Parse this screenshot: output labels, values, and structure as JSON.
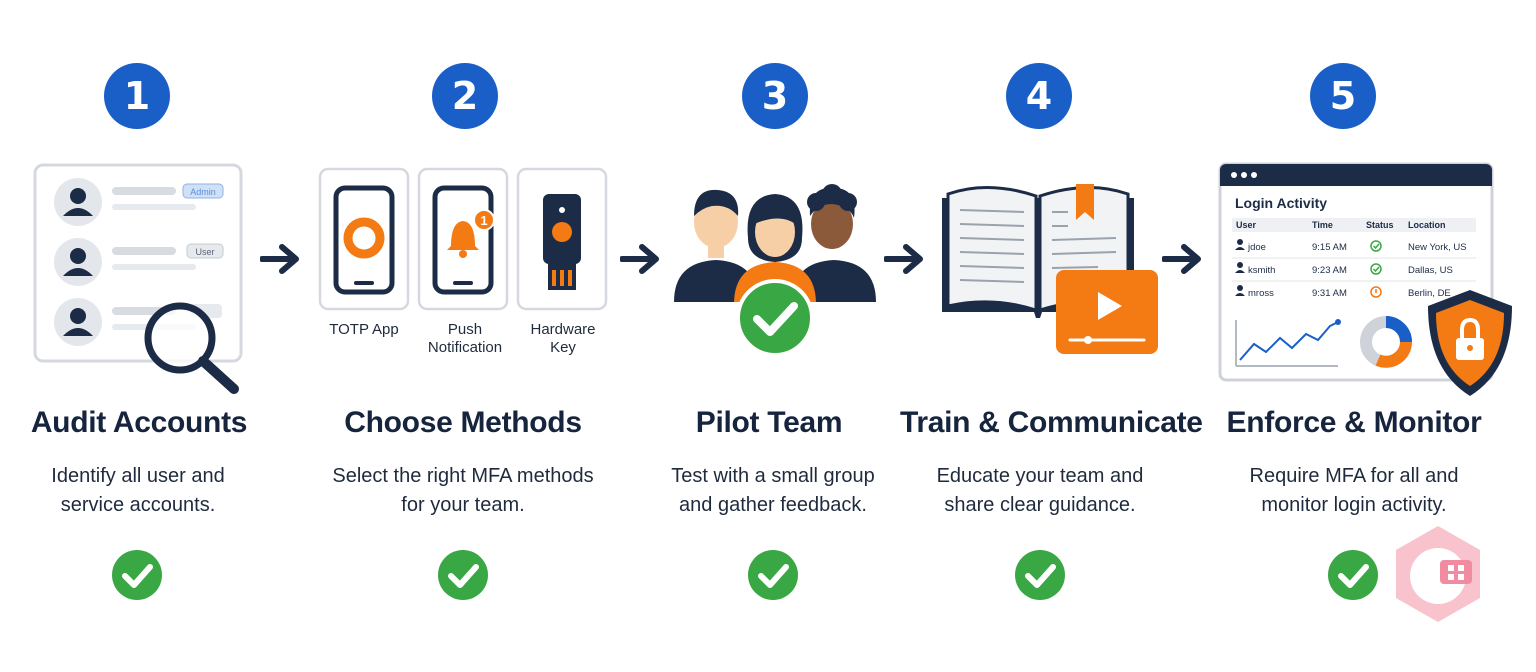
{
  "steps": [
    {
      "number": "1",
      "title": "Audit Accounts",
      "desc": [
        "Identify all user and",
        "service accounts."
      ],
      "badges": [
        "Admin",
        "User"
      ]
    },
    {
      "number": "2",
      "title": "Choose Methods",
      "desc": [
        "Select the right MFA methods",
        "for your team."
      ],
      "methods": [
        {
          "label": [
            "TOTP App"
          ]
        },
        {
          "label": [
            "Push",
            "Notification"
          ]
        },
        {
          "label": [
            "Hardware",
            "Key"
          ]
        }
      ],
      "notification_count": "1"
    },
    {
      "number": "3",
      "title": "Pilot Team",
      "desc": [
        "Test with a small group",
        "and gather feedback."
      ]
    },
    {
      "number": "4",
      "title": "Train & Communicate",
      "desc": [
        "Educate your team and",
        "share clear guidance."
      ]
    },
    {
      "number": "5",
      "title": "Enforce & Monitor",
      "desc": [
        "Require MFA for all and",
        "monitor login activity."
      ],
      "dashboard": {
        "title": "Login Activity",
        "columns": [
          "User",
          "Time",
          "Status",
          "Location"
        ],
        "rows": [
          {
            "user": "jdoe",
            "time": "9:15 AM",
            "status": "ok",
            "location": "New York, US"
          },
          {
            "user": "ksmith",
            "time": "9:23 AM",
            "status": "ok",
            "location": "Dallas, US"
          },
          {
            "user": "mross",
            "time": "9:31 AM",
            "status": "blocked",
            "location": "Berlin, DE"
          }
        ]
      }
    }
  ],
  "colors": {
    "accent_blue": "#1a5fc7",
    "navy": "#1c2c46",
    "orange": "#f47a14",
    "green": "#3aa745",
    "gray": "#c9cdd3"
  }
}
